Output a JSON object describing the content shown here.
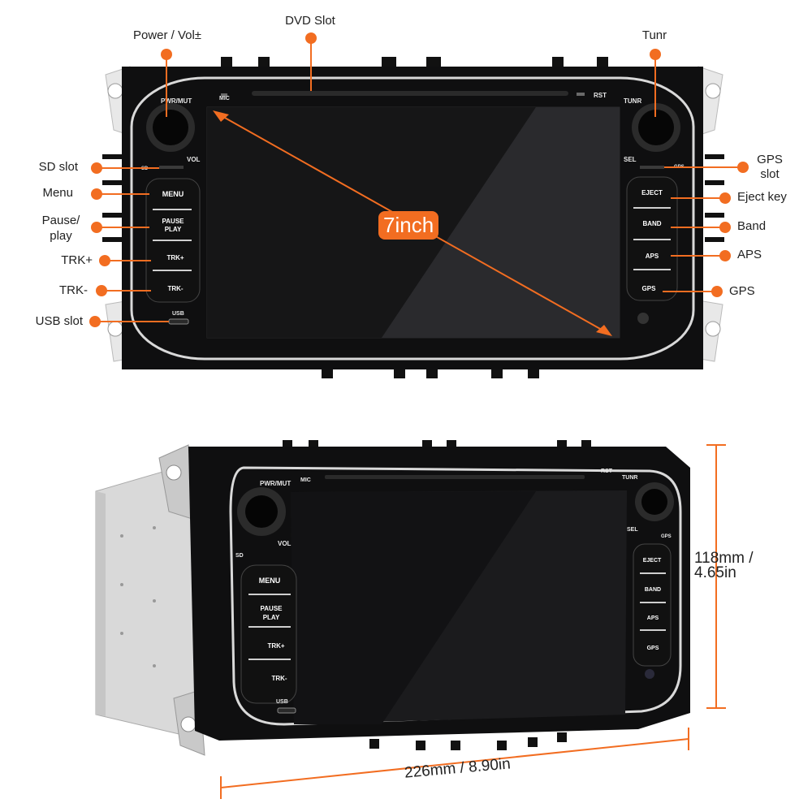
{
  "callouts": {
    "power_vol": "Power / Vol±",
    "dvd_slot": "DVD Slot",
    "tunr": "Tunr",
    "sd_slot": "SD slot",
    "menu": "Menu",
    "pause_play_1": "Pause/",
    "pause_play_2": "play",
    "trk_plus": "TRK+",
    "trk_minus": "TRK-",
    "usb_slot": "USB slot",
    "gps_slot_1": "GPS",
    "gps_slot_2": "slot",
    "eject_key": "Eject key",
    "band": "Band",
    "aps": "APS",
    "gps": "GPS"
  },
  "screen_size_badge": "7inch",
  "unit_labels": {
    "pwr_mut": "PWR/MUT",
    "mic": "MIC",
    "rst": "RST",
    "tunr": "TUNR",
    "vol": "VOL",
    "sel": "SEL",
    "sd": "SD",
    "gps_small": "GPS",
    "usb": "USB"
  },
  "left_buttons": [
    "MENU",
    "PAUSE",
    "PLAY",
    "TRK+",
    "TRK-"
  ],
  "right_buttons": [
    "EJECT",
    "BAND",
    "APS",
    "GPS"
  ],
  "dimensions": {
    "height_line1": "118mm /",
    "height_line2": "4.65in",
    "width": "226mm / 8.90in"
  },
  "colors": {
    "accent": "#f26d21",
    "panel": "#0f0f10",
    "screen": "#1c1c1e"
  }
}
